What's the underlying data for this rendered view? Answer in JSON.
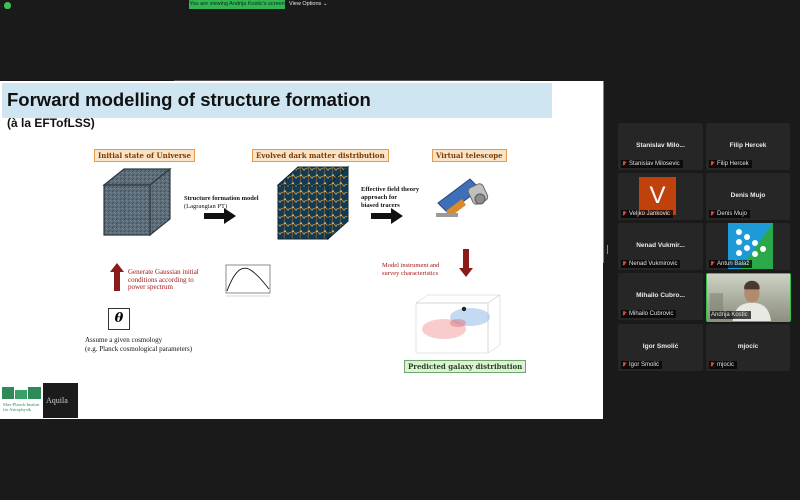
{
  "app": {
    "sharing_banner": "You are viewing Andrija Kostic's screen",
    "view_options": "View Options ⌄"
  },
  "slide": {
    "title": "Forward modelling of structure formation",
    "subtitle": "(à la EFTofLSS)",
    "tags": {
      "initial": "Initial state of Universe",
      "evolved": "Evolved dark matter distribution",
      "telescope": "Virtual telescope",
      "predicted": "Predicted galaxy distribution"
    },
    "model_text": [
      "Structure formation model",
      "(Lagrangian PT)"
    ],
    "eft_text": [
      "Effective field theory",
      "approach for",
      "biased tracers"
    ],
    "gaussian_text": [
      "Generate Gaussian initial",
      "conditions according to",
      "power spectrum"
    ],
    "instrument_text": [
      "Model instrument and",
      "survey characteristics"
    ],
    "theta": "θ",
    "cosmology_text": [
      "Assume a given cosmology",
      "(e.g. Planck cosmological parameters)"
    ],
    "logo1_text": [
      "Max-Planck-Institut",
      "für Astrophysik"
    ],
    "logo2_text": "Aquila"
  },
  "participants": [
    {
      "name": "Stanislav Milo...",
      "label": "Stanislav Milosevic"
    },
    {
      "name": "Filip Hercek",
      "label": "Filip Hercek"
    },
    {
      "name": "",
      "label": "Veljko Jankovic",
      "avatar_letter": "V"
    },
    {
      "name": "Denis Mujo",
      "label": "Denis Mujo"
    },
    {
      "name": "Nenad Vukmir...",
      "label": "Nenad Vukmirovic"
    },
    {
      "name": "",
      "label": "Antun Balaž"
    },
    {
      "name": "Mihailo Cubro...",
      "label": "Mihailo Cubrovic"
    },
    {
      "name": "",
      "label": "Andrija Kostic"
    },
    {
      "name": "Igor Smolić",
      "label": "Igor Smolić"
    },
    {
      "name": "mjocic",
      "label": "mjocic"
    }
  ],
  "colors": {
    "accent_green": "#2fb552",
    "mic_muted": "#e04848",
    "arrow_red": "#8b1a1a",
    "tag_orange": "#e59a4d"
  }
}
